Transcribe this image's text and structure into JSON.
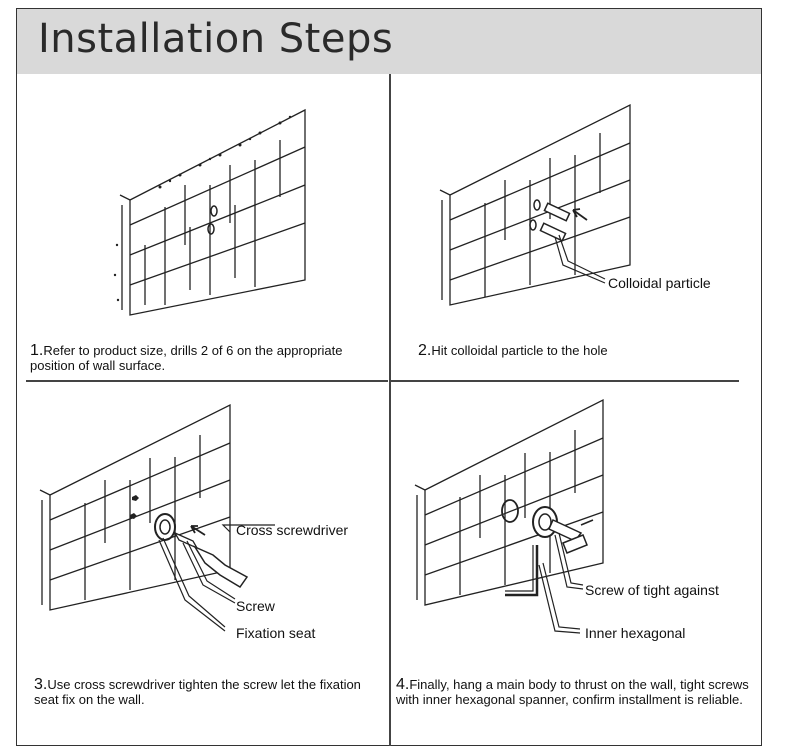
{
  "title": "Installation Steps",
  "steps": [
    {
      "number": "1.",
      "text": "Refer to product size, drills 2 of  6 on the appropriate position of wall surface.",
      "labels": []
    },
    {
      "number": "2.",
      "text": "Hit colloidal particle to the hole",
      "labels": [
        "Colloidal particle"
      ]
    },
    {
      "number": "3.",
      "text": "Use cross screwdriver tighten the screw let the fixation seat fix on the wall.",
      "labels": [
        "Cross screwdriver",
        "Screw",
        "Fixation seat"
      ]
    },
    {
      "number": "4.",
      "text": "Finally, hang a main body to thrust on the wall, tight screws with inner hexagonal spanner, confirm installment is reliable.",
      "labels": [
        "Screw of tight against",
        "Inner hexagonal"
      ]
    }
  ]
}
